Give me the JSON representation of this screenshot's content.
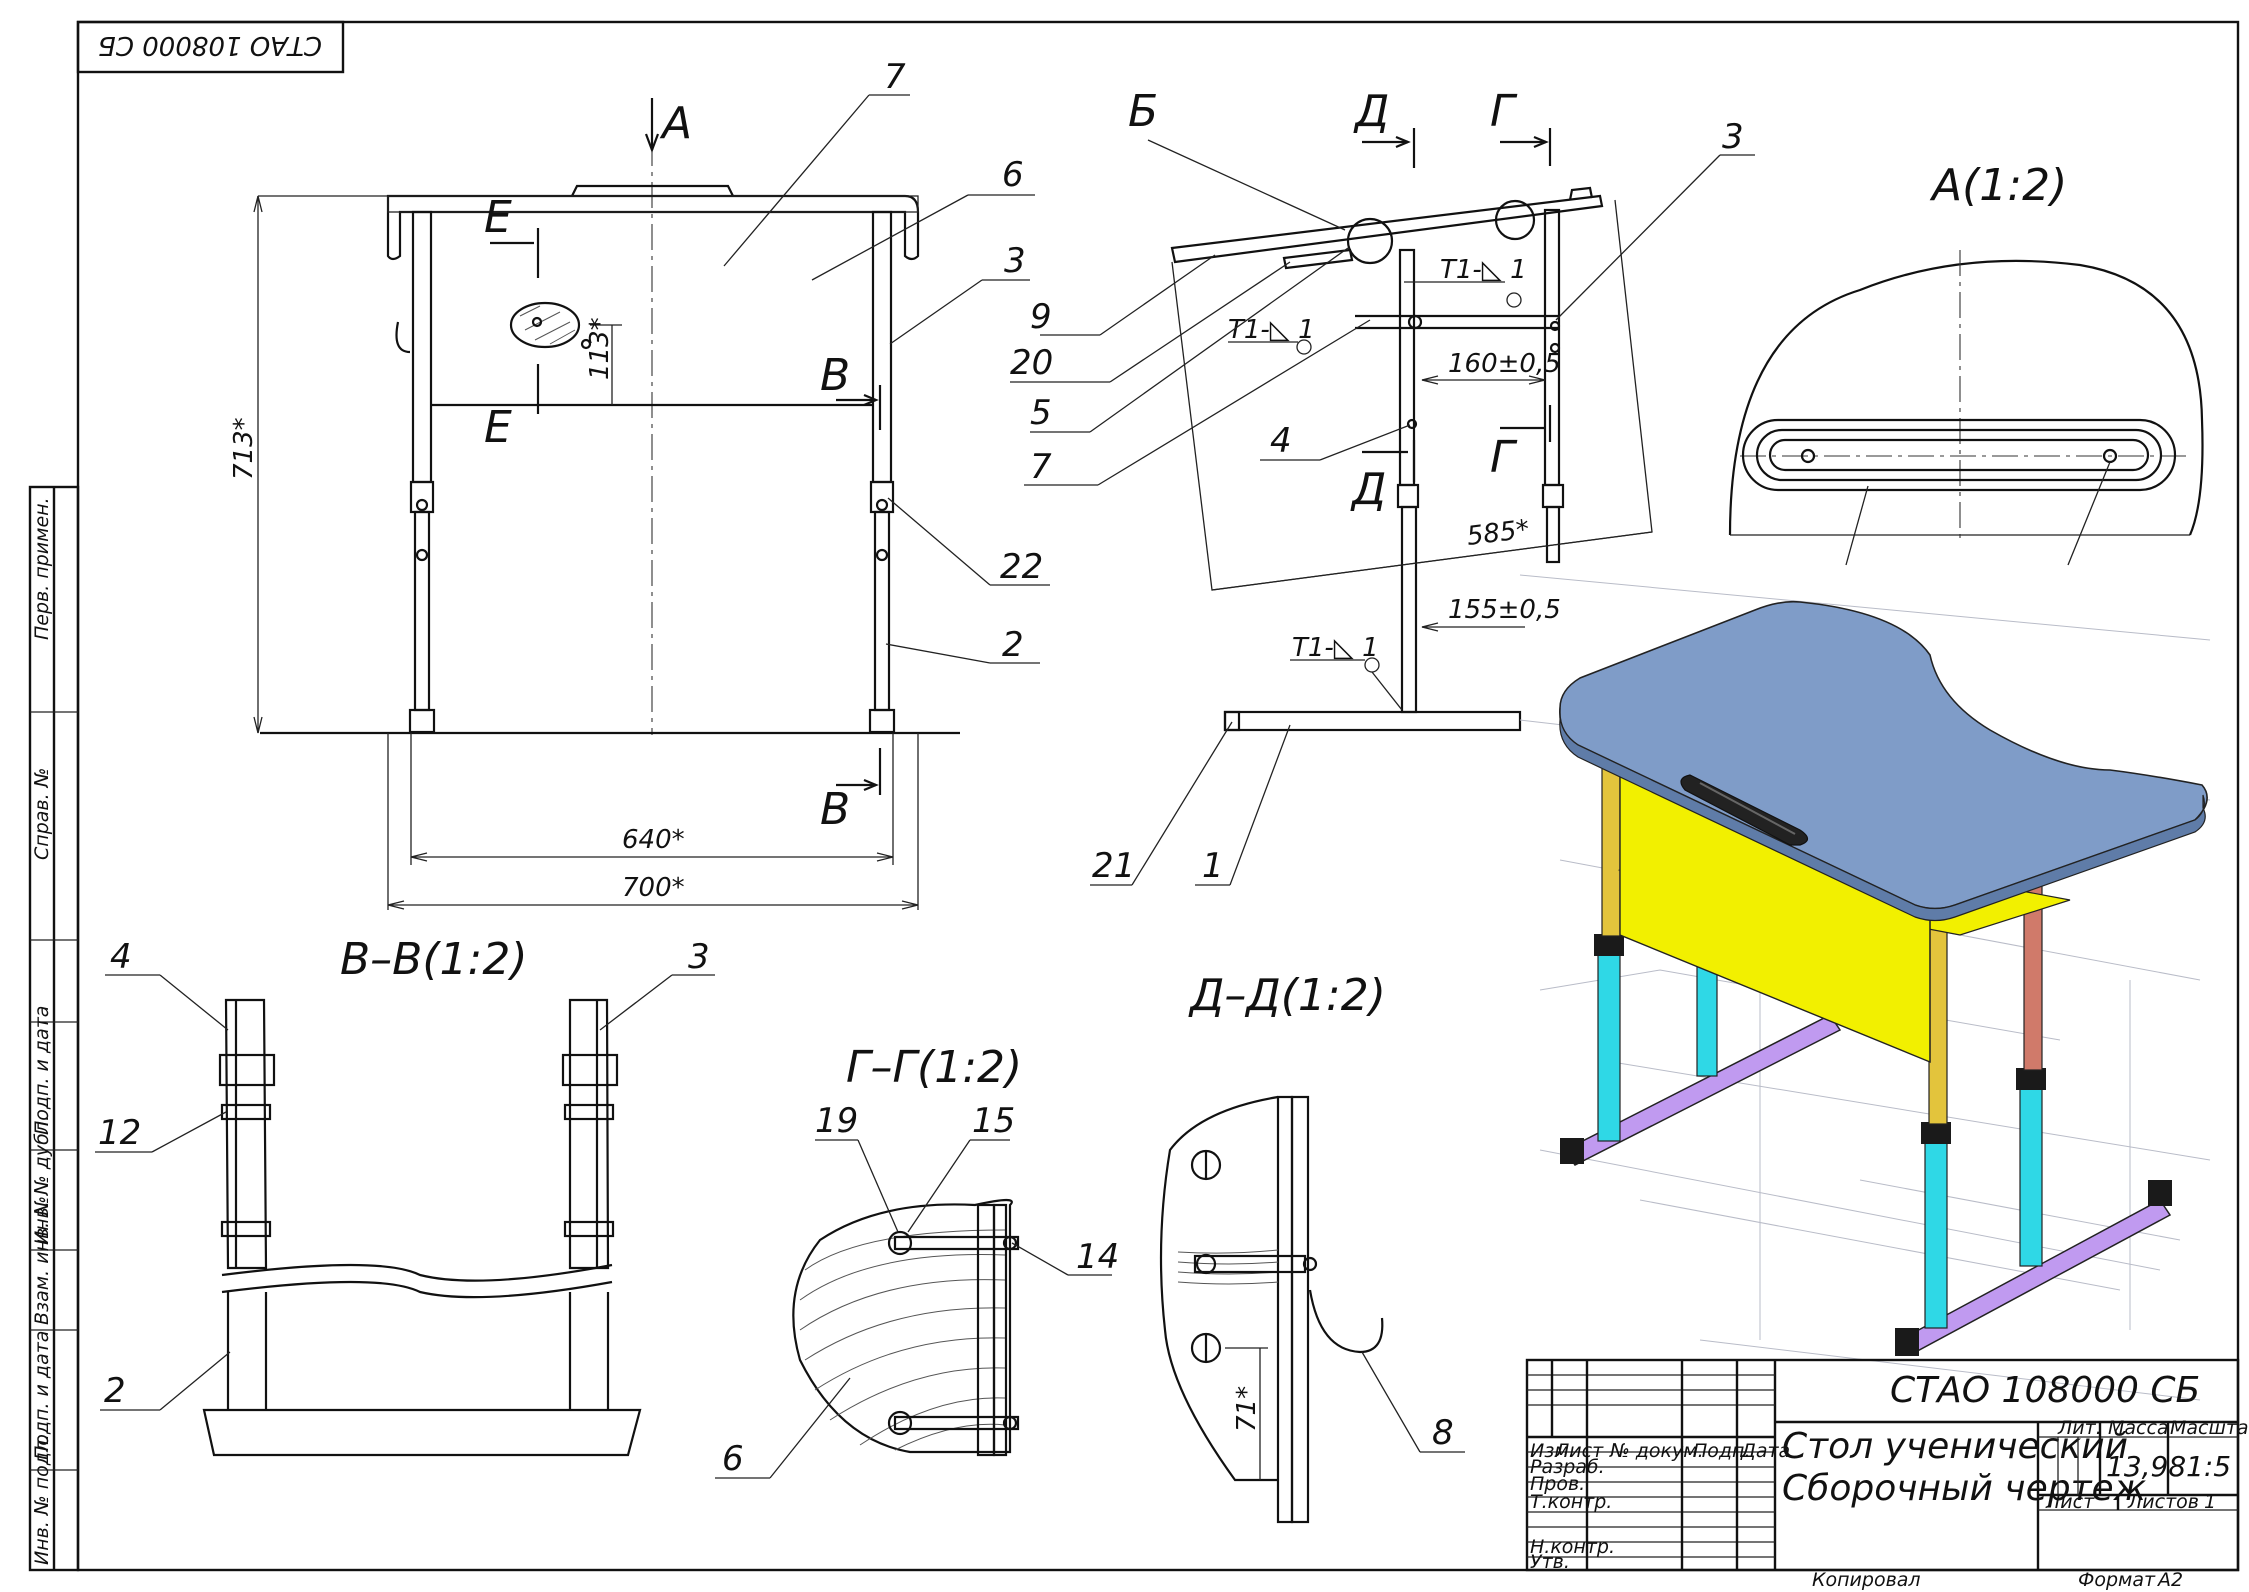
{
  "drawing": {
    "designation": "СТАО 108000 СБ",
    "designation_mirrored": "СТАО 108000 СБ"
  },
  "views": {
    "front": {
      "dim_height": "713*",
      "dim_slot": "113*",
      "dim_inner_width": "640*",
      "dim_outer_width": "700*",
      "arrow_a": "А",
      "cut_e": "Е",
      "cut_v": "В",
      "callouts": [
        "7",
        "6",
        "3",
        "22",
        "2"
      ]
    },
    "side": {
      "label_b": "Б",
      "cut_d": "Д",
      "cut_g": "Г",
      "weld_mark": "Т1-◺ 1",
      "dim_160": "160±0,5",
      "dim_155": "155±0,5",
      "dim_585": "585*",
      "callouts": [
        "3",
        "9",
        "20",
        "5",
        "7",
        "4",
        "21",
        "1"
      ]
    },
    "detail_a": {
      "title": "А(1:2)"
    },
    "section_vv": {
      "title": "В–В(1:2)",
      "callouts": [
        "4",
        "3",
        "12",
        "2"
      ]
    },
    "section_gg": {
      "title": "Г–Г(1:2)",
      "callouts": [
        "19",
        "15",
        "14",
        "6"
      ]
    },
    "section_dd": {
      "title": "Д–Д(1:2)",
      "dim_71": "71*",
      "callouts": [
        "8"
      ]
    }
  },
  "margin_column": {
    "labels": [
      "Перв. примен.",
      "Справ. №",
      "Подп. и дата",
      "Инв. № дубл.",
      "Взам. инв. №",
      "Подп. и дата",
      "Инв. № подл."
    ]
  },
  "title_block": {
    "designation": "СТАО 108000 СБ",
    "name_line1": "Стол ученический",
    "name_line2": "Сборочный чертеж",
    "col_izm": "Изм.",
    "col_list": "Лист",
    "col_doc": "№ докум.",
    "col_sign": "Подп.",
    "col_date": "Дата",
    "row_razrab": "Разраб.",
    "row_prov": "Пров.",
    "row_tkontr": "Т.контр.",
    "row_nkontr": "Н.контр.",
    "row_utv": "Утв.",
    "lit_label": "Лит.",
    "mass_label": "Масса",
    "scale_label": "Масштаб",
    "mass_value": "13,98",
    "scale_value": "1:5",
    "sheet_label": "Лист",
    "sheets_label": "Листов",
    "sheets_value": "1",
    "copied": "Копировал",
    "format_label": "Формат",
    "format_value": "A2"
  },
  "colors": {
    "tabletop": "#7f9cc8",
    "apron": "#f2f000",
    "leg_upper": "#e3c43c",
    "leg_lower": "#2fd8e6",
    "base": "#c09af0",
    "leg_red": "#d07a6a",
    "caps": "#1a1a1a"
  }
}
